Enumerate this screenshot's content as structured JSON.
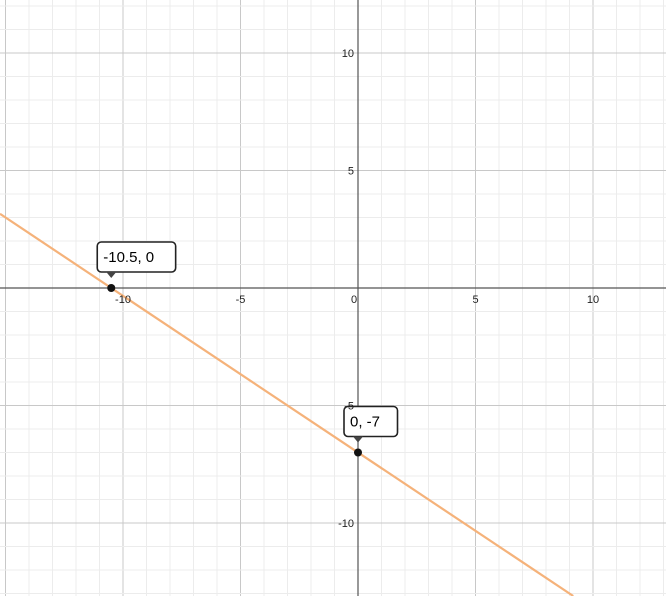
{
  "chart_data": {
    "type": "line",
    "xlim": [
      -15.2,
      13.1
    ],
    "ylim": [
      -13.1,
      12.3
    ],
    "grid": true,
    "minor_grid_step": 1,
    "major_grid_step": 5,
    "x_ticks": [
      -10,
      -5,
      0,
      5,
      10
    ],
    "y_ticks": [
      10,
      5,
      -5,
      -10
    ],
    "x_tick_labels": [
      "-10",
      "-5",
      "0",
      "5",
      "10"
    ],
    "y_tick_labels": [
      "10",
      "5",
      "-5",
      "-10"
    ],
    "series": [
      {
        "slope": -0.6667,
        "intercept": -7,
        "color": "#f5b27a"
      }
    ],
    "points": [
      {
        "x": -10.5,
        "y": 0,
        "label": "-10.5, 0"
      },
      {
        "x": 0,
        "y": -7,
        "label": "0, -7"
      }
    ]
  }
}
